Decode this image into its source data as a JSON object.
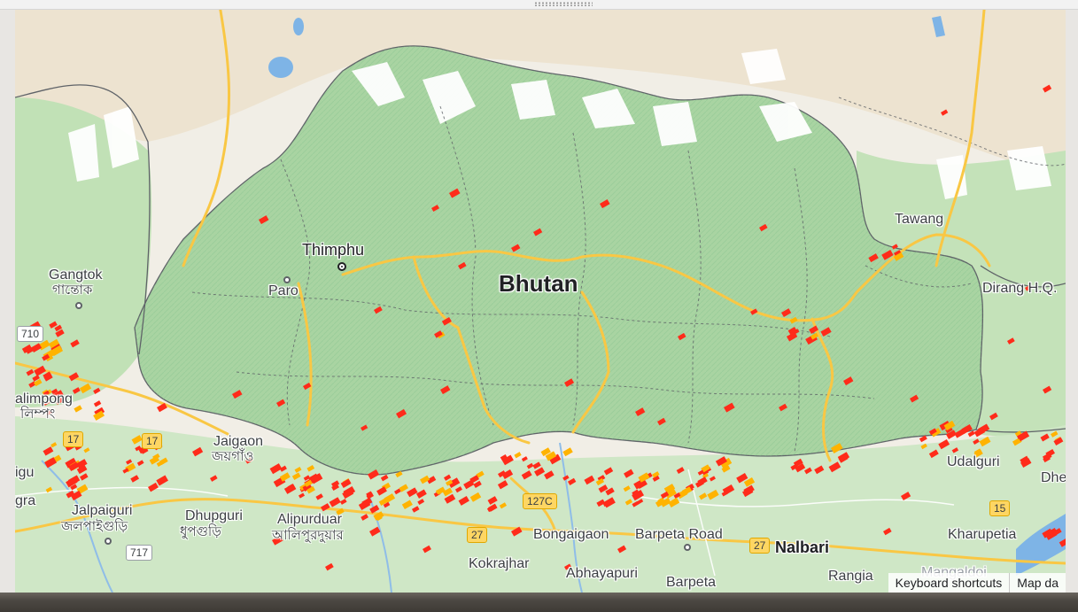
{
  "map": {
    "country_label": "Bhutan",
    "capital": {
      "name": "Thimphu"
    },
    "places": [
      {
        "key": "paro",
        "name": "Paro"
      },
      {
        "key": "tawang",
        "name": "Tawang"
      },
      {
        "key": "dirang",
        "name": "Dirang H.Q."
      },
      {
        "key": "gangtok",
        "name": "Gangtok"
      },
      {
        "key": "gangtok_native",
        "name": "গান্তোক"
      },
      {
        "key": "kalimpong",
        "name": "alimpong"
      },
      {
        "key": "kalimpong_native",
        "name": "লিম্পং"
      },
      {
        "key": "jaigaon",
        "name": "Jaigaon"
      },
      {
        "key": "jaigaon_native",
        "name": "জয়গাঁও"
      },
      {
        "key": "jalpaiguri",
        "name": "Jalpaiguri"
      },
      {
        "key": "jalpaiguri_native",
        "name": "জলপাইগুড়ি"
      },
      {
        "key": "dhupguri",
        "name": "Dhupguri"
      },
      {
        "key": "dhupguri_native",
        "name": "ধুপগুড়ি"
      },
      {
        "key": "alipurduar",
        "name": "Alipurduar"
      },
      {
        "key": "alipurduar_native",
        "name": "আলিপুরদুয়ার"
      },
      {
        "key": "bongaigaon",
        "name": "Bongaigaon"
      },
      {
        "key": "barpeta_road",
        "name": "Barpeta Road"
      },
      {
        "key": "nalbari",
        "name": "Nalbari"
      },
      {
        "key": "kokrajhar",
        "name": "Kokrajhar"
      },
      {
        "key": "abhayapuri",
        "name": "Abhayapuri"
      },
      {
        "key": "barpeta",
        "name": "Barpeta"
      },
      {
        "key": "rangia",
        "name": "Rangia"
      },
      {
        "key": "udalguri",
        "name": "Udalguri"
      },
      {
        "key": "kharupetia",
        "name": "Kharupetia"
      },
      {
        "key": "mangaldoi",
        "name": "Mangaldoi"
      },
      {
        "key": "dhe",
        "name": "Dhe"
      },
      {
        "key": "gra",
        "name": "gra"
      },
      {
        "key": "igu",
        "name": "igu"
      }
    ],
    "road_shields": [
      {
        "key": "r710",
        "label": "710"
      },
      {
        "key": "r17a",
        "label": "17"
      },
      {
        "key": "r17b",
        "label": "17"
      },
      {
        "key": "r717",
        "label": "717"
      },
      {
        "key": "r127c",
        "label": "127C"
      },
      {
        "key": "r27a",
        "label": "27"
      },
      {
        "key": "r27b",
        "label": "27"
      },
      {
        "key": "r15",
        "label": "15"
      }
    ]
  },
  "attribution": {
    "keyboard_shortcuts": "Keyboard shortcuts",
    "map_data": "Map da"
  },
  "colors": {
    "land": "#f4f1ea",
    "forest": "#b9dcae",
    "highland": "#8fc99a",
    "snow": "#ffffff",
    "water": "#7eb4e6",
    "highway": "#f9c744",
    "fire_hotspot": "#ff2b1a"
  }
}
